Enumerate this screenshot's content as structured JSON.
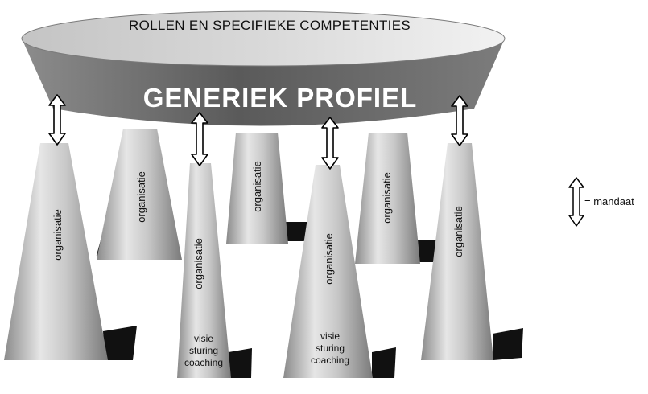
{
  "diagram": {
    "platform_top_label": "ROLLEN EN SPECIFIEKE COMPETENTIES",
    "platform_side_label": "GENERIEK PROFIEL",
    "cone_label": "organisatie",
    "cone_sub_lines": [
      "visie",
      "sturing",
      "coaching"
    ],
    "legend_label": "= mandaat",
    "colors": {
      "platform_band": "#6e6e6e",
      "cone_light": "#d2d2d2",
      "shadow": "#111111"
    }
  }
}
